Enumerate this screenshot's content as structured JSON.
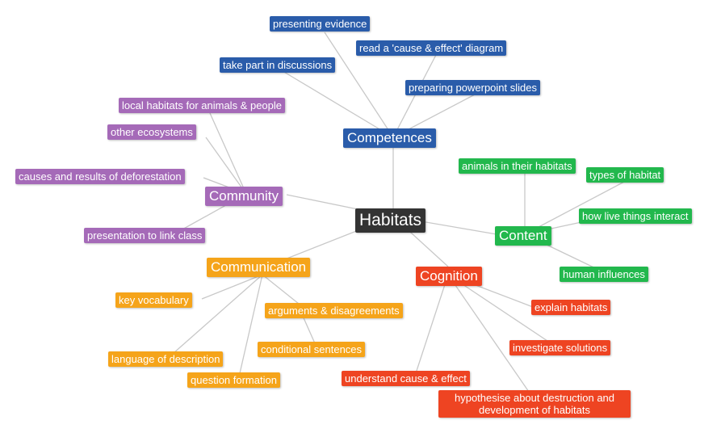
{
  "colors": {
    "center": "#333333",
    "blue": "#2a5caa",
    "purple": "#a56ab8",
    "green": "#22b84d",
    "orange": "#f5a41a",
    "red": "#ee4422",
    "edge": "#c8c8c8"
  },
  "center": {
    "label": "Habitats"
  },
  "competences": {
    "label": "Competences",
    "items": [
      "presenting evidence",
      "read a 'cause & effect' diagram",
      "take part in discussions",
      "preparing powerpoint slides"
    ]
  },
  "community": {
    "label": "Community",
    "items": [
      "local habitats for animals & people",
      "other ecosystems",
      "causes and results of deforestation",
      "presentation to link class"
    ]
  },
  "content": {
    "label": "Content",
    "items": [
      "animals in their habitats",
      "types of habitat",
      "how live things interact",
      "human influences"
    ]
  },
  "communication": {
    "label": "Communication",
    "items": [
      "key vocabulary",
      "arguments & disagreements",
      "conditional sentences",
      "language of description",
      "question formation"
    ]
  },
  "cognition": {
    "label": "Cognition",
    "items": [
      "explain habitats",
      "investigate solutions",
      "understand cause & effect",
      "hypothesise about destruction and development of habitats"
    ]
  }
}
